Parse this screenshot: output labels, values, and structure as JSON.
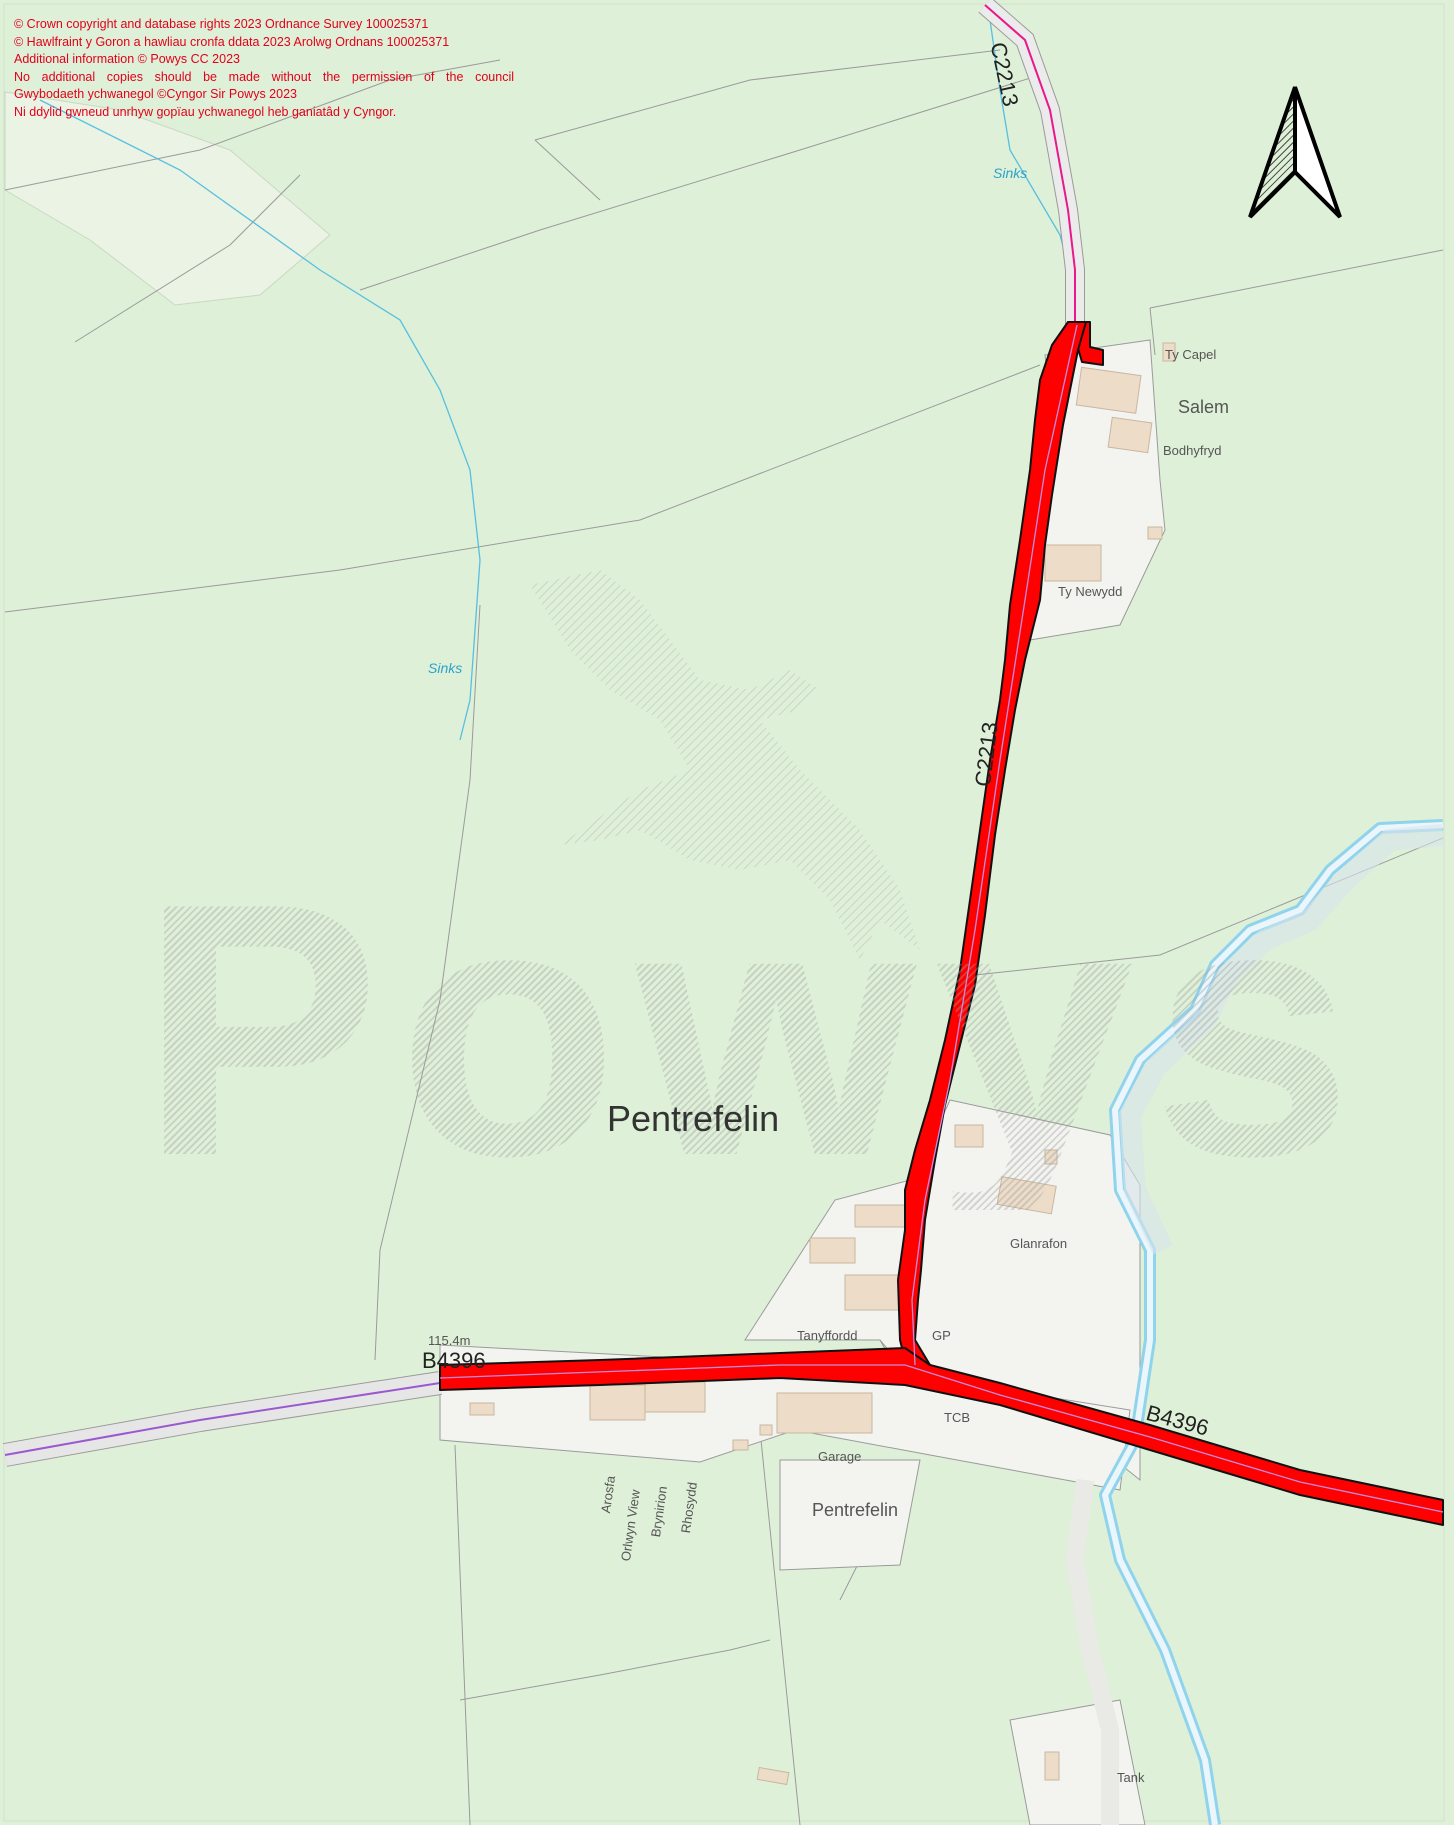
{
  "copyright_lines": [
    "© Crown copyright and database rights 2023 Ordnance Survey 100025371",
    "© Hawlfraint y Goron a hawliau cronfa ddata 2023 Arolwg Ordnans 100025371",
    "Additional information © Powys CC 2023",
    "No additional copies should be made without the permission of the council",
    "Gwybodaeth ychwanegol ©Cyngor Sir Powys 2023",
    "Ni ddylid gwneud unrhyw gopïau ychwanegol heb ganiatâd y Cyngor."
  ],
  "watermark": "Powys",
  "place_names": {
    "village": "Pentrefelin",
    "village_small": "Pentrefelin",
    "hamlet": "Salem"
  },
  "road_labels": {
    "c2213_top": "C2213",
    "c2213_mid": "C2213",
    "b4396_west": "B4396",
    "b4396_east": "B4396"
  },
  "spot_height": "115.4m",
  "water_labels": {
    "sinks_west": "Sinks",
    "sinks_north": "Sinks"
  },
  "building_labels": {
    "ty_capel": "Ty Capel",
    "bodhyfryd": "Bodhyfryd",
    "ty_newydd": "Ty Newydd",
    "glanrafon": "Glanrafon",
    "tanyffordd": "Tanyffordd",
    "gp": "GP",
    "tcb": "TCB",
    "garage": "Garage",
    "arosfa": "Arosfa",
    "orlwyn_view": "Orlwyn View",
    "brynirion": "Brynirion",
    "rhosydd": "Rhosydd",
    "tank": "Tank"
  },
  "icons": {
    "north_arrow": "north-arrow-icon"
  },
  "colors": {
    "field": "#dff0d8",
    "settlement": "#f3f3f0",
    "building": "#ecdcc8",
    "highlight": "#ff0000",
    "copyright_text": "#e3001b",
    "water": "#8fd3ec",
    "b_road_line": "#9b59d0"
  }
}
